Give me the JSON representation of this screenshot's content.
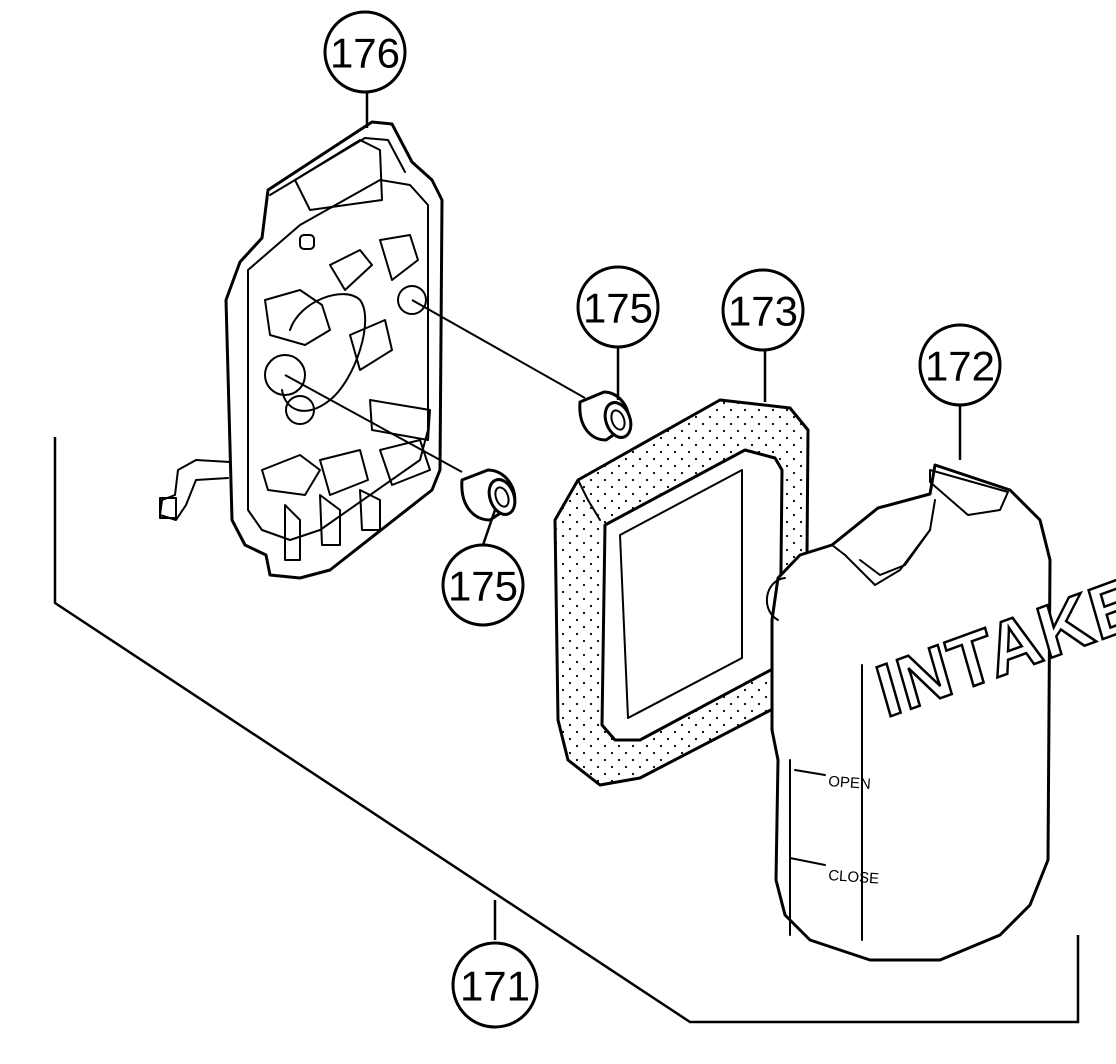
{
  "callouts": {
    "c176": "176",
    "c175_top": "175",
    "c175_bottom": "175",
    "c173": "173",
    "c172": "172",
    "c171": "171"
  },
  "cover": {
    "intake_label": "INTAKE",
    "open_label": "OPEN",
    "close_label": "CLOSE"
  },
  "colors": {
    "ink": "#000000",
    "paper": "#ffffff"
  }
}
